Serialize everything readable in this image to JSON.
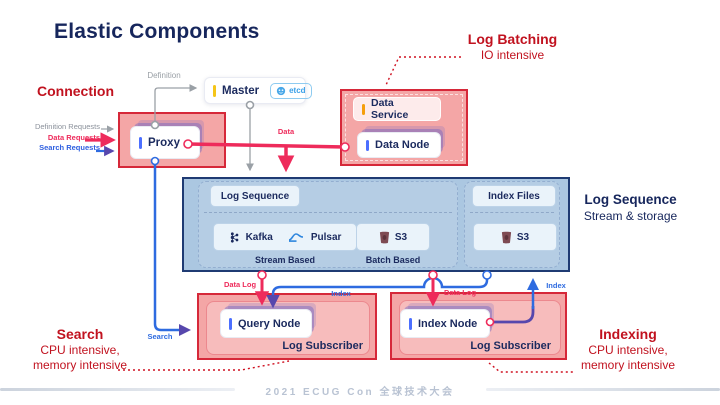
{
  "title": "Elastic Components",
  "footer": "2021 ECUG Con 全球技术大会",
  "colors": {
    "accent_red": "#c1121f",
    "navy": "#16265c",
    "pink": "#ee2b5b",
    "blue": "#2e6be0",
    "purple": "#5747ad",
    "gray": "#9aa0a6",
    "box_red_border": "#d62839",
    "box_red_fill": "#f4a6a6",
    "box_blue_fill": "#abc7e1",
    "box_blue_border": "#1f3b73",
    "master_bar": "#f5c518",
    "data_service_bar": "#f59e0b",
    "node_bar": "#4c6fff"
  },
  "annotations": {
    "connection": "Connection",
    "log_batching": {
      "title": "Log Batching",
      "subtitle": "IO intensive"
    },
    "log_sequence": {
      "title": "Log Sequence",
      "subtitle": "Stream & storage"
    },
    "search": {
      "title": "Search",
      "line1": "CPU intensive,",
      "line2": "memory intensive"
    },
    "indexing": {
      "title": "Indexing",
      "line1": "CPU intensive,",
      "line2": "memory intensive"
    }
  },
  "requests": {
    "definition": "Definition Requests",
    "data": "Data Requests",
    "search": "Search Requests"
  },
  "edges": {
    "definition": "Definition",
    "data": "Data",
    "search": "Search",
    "data_log_left": "Data Log",
    "data_log_right": "Data Log",
    "index_left": "Index",
    "index_right": "Index"
  },
  "nodes": {
    "master": "Master",
    "etcd": "etcd",
    "proxy": "Proxy",
    "data_service": "Data Service",
    "data_node": "Data Node",
    "log_sequence": "Log Sequence",
    "index_files": "Index Files",
    "kafka": "Kafka",
    "pulsar": "Pulsar",
    "s3_batch": "S3",
    "s3_index": "S3",
    "stream_based": "Stream Based",
    "batch_based": "Batch Based",
    "query_node": "Query Node",
    "index_node": "Index Node",
    "log_subscriber_left": "Log Subscriber",
    "log_subscriber_right": "Log Subscriber"
  }
}
